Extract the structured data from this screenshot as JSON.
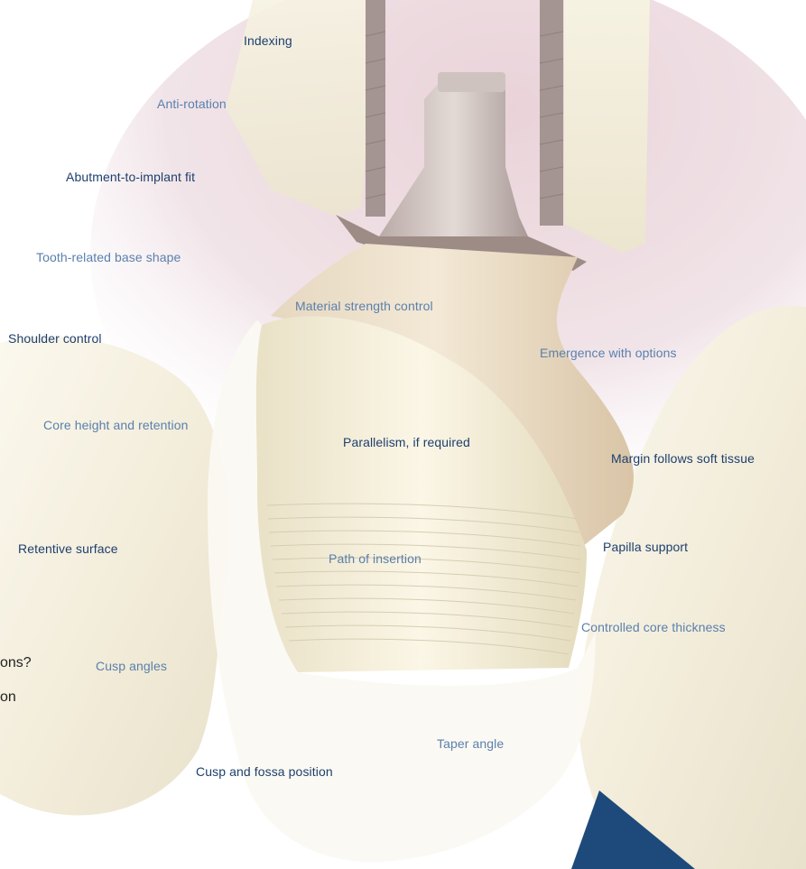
{
  "labels": {
    "indexing": "Indexing",
    "anti_rotation": "Anti-rotation",
    "abutment_fit": "Abutment-to-implant fit",
    "base_shape": "Tooth-related base shape",
    "material_strength": "Material strength control",
    "shoulder_control": "Shoulder control",
    "emergence": "Emergence with options",
    "core_height": "Core height and retention",
    "parallelism": "Parallelism, if required",
    "margin": "Margin follows soft tissue",
    "retentive_surface": "Retentive surface",
    "path_of_insertion": "Path of insertion",
    "papilla_support": "Papilla support",
    "controlled_core": "Controlled core thickness",
    "cusp_angles": "Cusp angles",
    "taper_angle": "Taper angle",
    "cusp_fossa": "Cusp and fossa position"
  },
  "cropped_text": {
    "line1": "ons?",
    "line2": "on"
  },
  "colors": {
    "label_dark": "#1d3f6e",
    "label_light": "#5a80ad",
    "accent_navy": "#1d4a7a",
    "tooth_cream": "#f4efdf",
    "gum_pink": "#ecd9dd"
  }
}
